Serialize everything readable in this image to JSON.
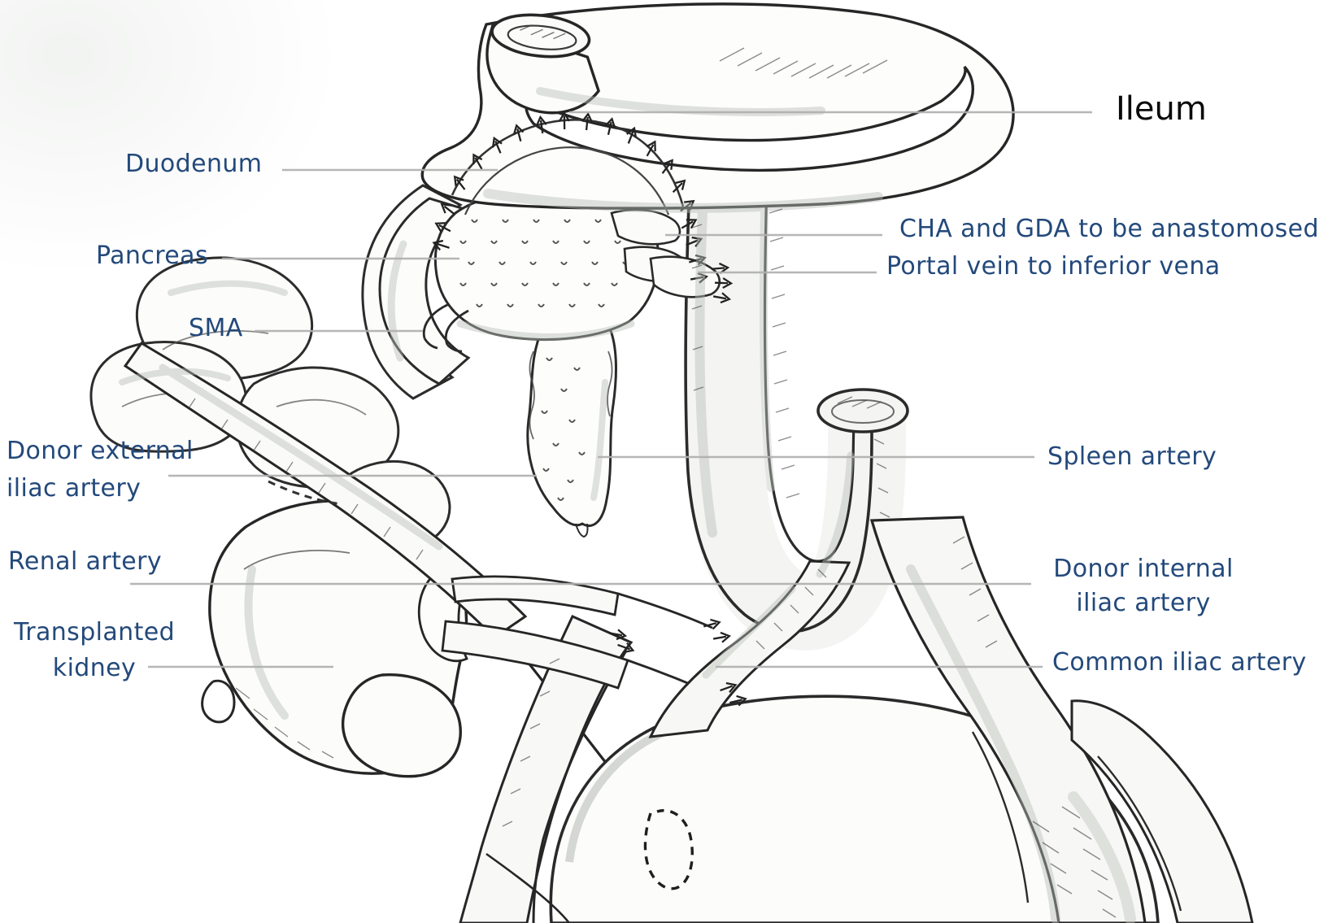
{
  "diagram": {
    "type": "hand-drawn anatomical sketch, pancreas-kidney transplant",
    "colors": {
      "label_blue": "#23497b",
      "label_black": "#0a0a0a",
      "leader_gray": "#b0b0b0",
      "ink": "#2b2b2b",
      "paper": "#ffffff"
    },
    "labels": {
      "ileum": "Ileum",
      "duodenum": "Duodenum",
      "pancreas": "Pancreas",
      "sma": "SMA",
      "donor_external_iliac_artery": {
        "line1": "Donor external",
        "line2": "iliac artery"
      },
      "renal_artery": "Renal artery",
      "transplanted_kidney": {
        "line1": "Transplanted",
        "line2": "kidney"
      },
      "cha_gda": "CHA and GDA to be anastomosed",
      "portal_vein": "Portal vein to inferior vena",
      "spleen_artery": "Spleen artery",
      "donor_internal_iliac_artery": {
        "line1": "Donor internal",
        "line2": "iliac artery"
      },
      "common_iliac_artery": "Common iliac artery"
    }
  }
}
